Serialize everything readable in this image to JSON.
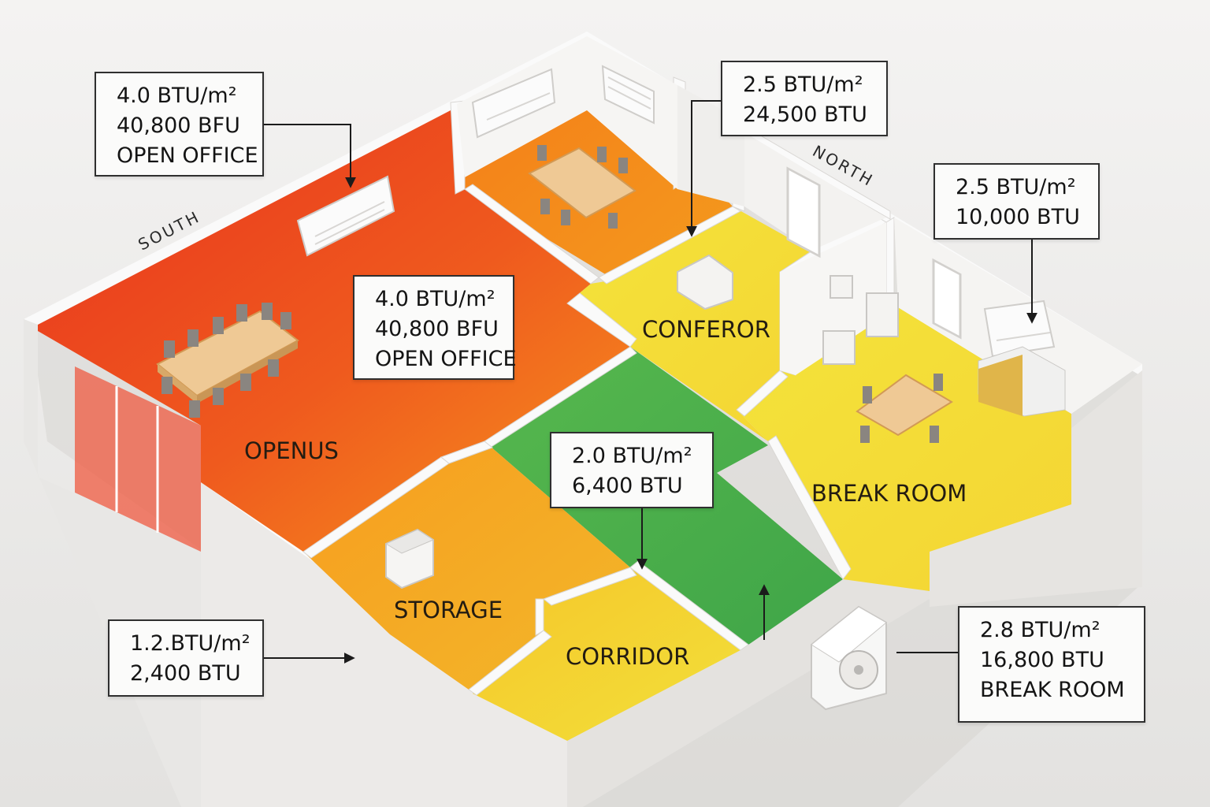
{
  "compass": {
    "south": "SOUTH",
    "north": "NORTH"
  },
  "rooms": {
    "open_office": "OPENUS",
    "conference": "CONFEROR",
    "break_room": "BREAK ROOM",
    "storage": "STORAGE",
    "corridor": "CORRIDOR"
  },
  "callouts": {
    "open_office_top": [
      "4.0 BTU/m²",
      "40,800 BFU",
      "OPEN OFFICE"
    ],
    "open_office_mid": [
      "4.0 BTU/m²",
      "40,800 BFU",
      "OPEN OFFICE"
    ],
    "conference": [
      "2.5 BTU/m²",
      "24,500 BTU"
    ],
    "break_top": [
      "2.5 BTU/m²",
      "10,000 BTU"
    ],
    "corridor": [
      "2.0 BTU/m²",
      "6,400 BTU"
    ],
    "storage": [
      "1.2.BTU/m²",
      "2,400 BTU"
    ],
    "break_bottom": [
      "2.8 BTU/m²",
      "16,800 BTU",
      "BREAK ROOM"
    ]
  },
  "colors": {
    "hot": "#e8321f",
    "warm": "#f58a1f",
    "mild": "#f2d02a",
    "cool": "#4caf4c",
    "wall": "#f1f0ee"
  }
}
